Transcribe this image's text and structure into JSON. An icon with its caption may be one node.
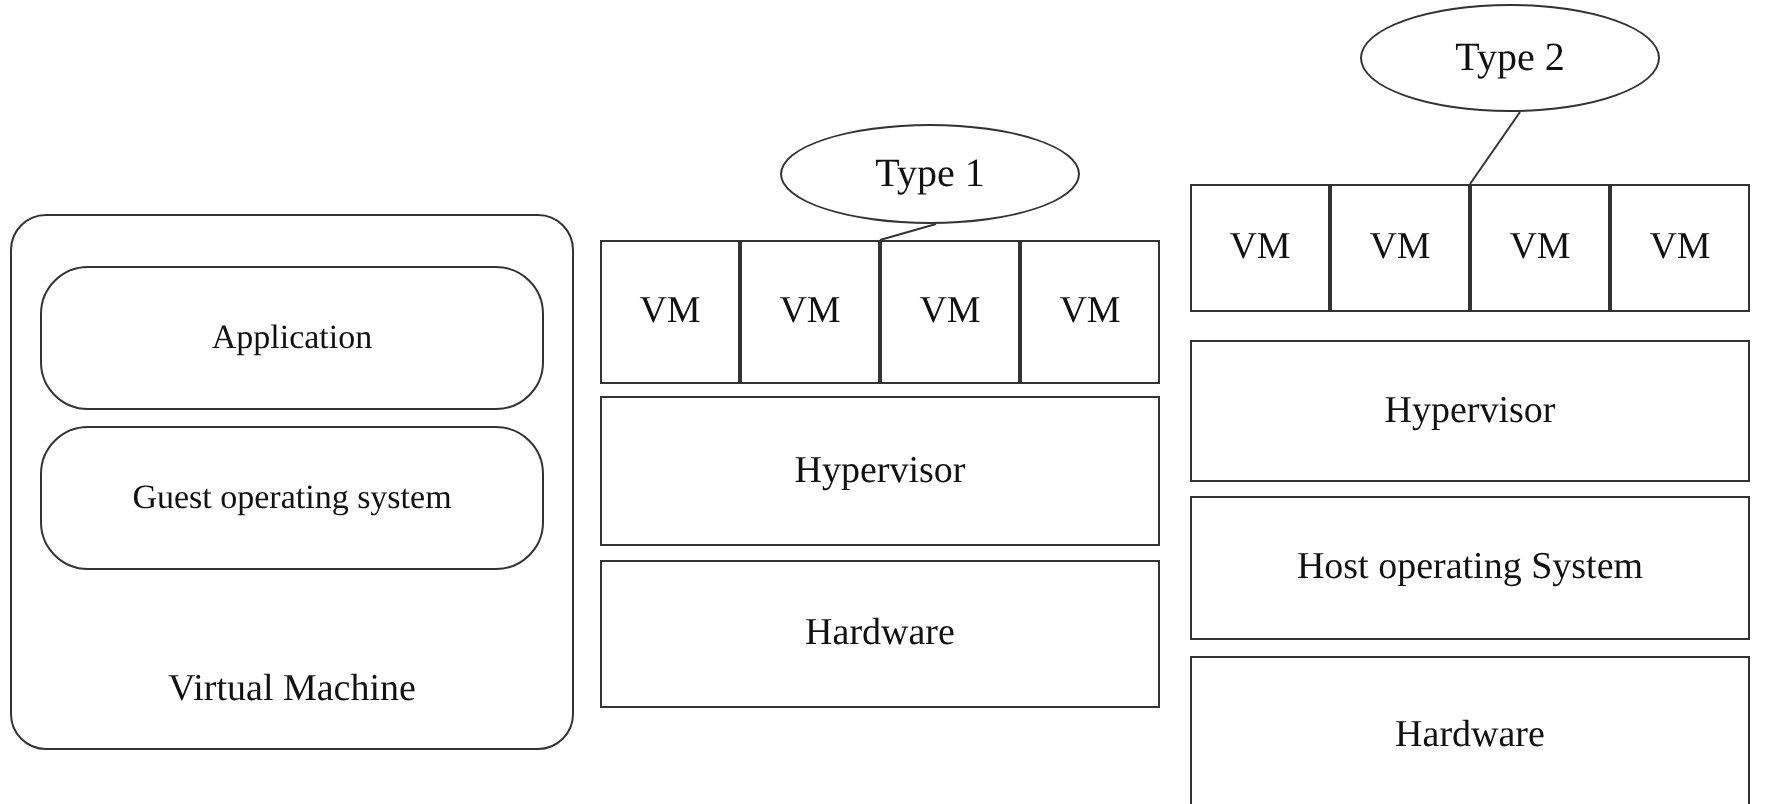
{
  "diagram": {
    "nodes": [
      {
        "text": [
          "Virtual Machine"
        ]
      },
      {
        "text": [
          "Application"
        ],
        "in": 0
      },
      {
        "text": [
          "Guest operating system"
        ],
        "in": 0
      },
      {
        "text": [
          "Type 1"
        ]
      },
      {
        "text": [
          "VM"
        ]
      },
      {
        "text": [
          "VM"
        ]
      },
      {
        "text": [
          "VM"
        ]
      },
      {
        "text": [
          "VM"
        ]
      },
      {
        "text": [
          "Hypervisor"
        ]
      },
      {
        "text": [
          "Hardware"
        ]
      },
      {
        "text": [
          "Type 2"
        ]
      },
      {
        "text": [
          "VM"
        ]
      },
      {
        "text": [
          "VM"
        ]
      },
      {
        "text": [
          "VM"
        ]
      },
      {
        "text": [
          "VM"
        ]
      },
      {
        "text": [
          "Hypervisor"
        ]
      },
      {
        "text": [
          "Host operating System"
        ]
      },
      {
        "text": [
          "Hardware"
        ]
      }
    ],
    "edges": [
      {
        "from": 3,
        "to": 5,
        "arrow": "none"
      },
      {
        "from": 10,
        "to": 12,
        "arrow": "none"
      }
    ]
  }
}
